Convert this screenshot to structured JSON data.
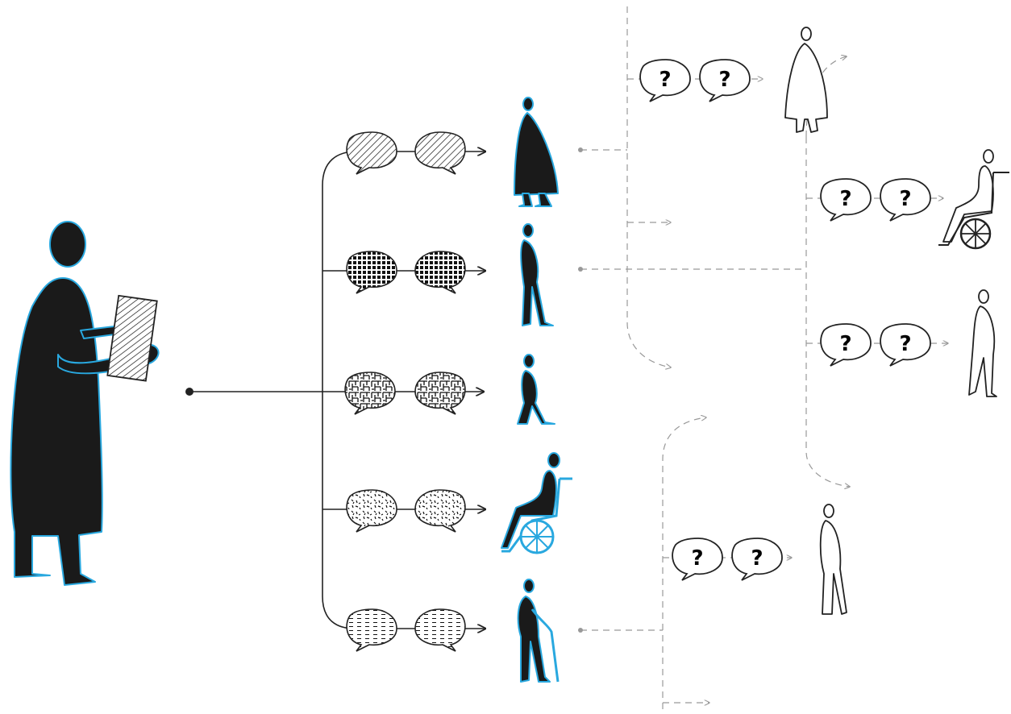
{
  "question_mark": "?",
  "colors": {
    "accent": "#29a8df",
    "figure": "#1a1a1a",
    "dashed_line": "#999999",
    "line": "#222222"
  },
  "speaker": {
    "icon": "presenter-with-document"
  },
  "audience": [
    {
      "icon": "person-long-coat",
      "bubble_pattern": "diagonal-hatch"
    },
    {
      "icon": "person-standing",
      "bubble_pattern": "grid"
    },
    {
      "icon": "person-short",
      "bubble_pattern": "maze"
    },
    {
      "icon": "person-wheelchair",
      "bubble_pattern": "speckle"
    },
    {
      "icon": "person-with-cane",
      "bubble_pattern": "horizontal-dashes"
    }
  ],
  "question_targets": [
    {
      "icon": "person-long-coat-outline",
      "bubbles": [
        "?",
        "?"
      ]
    },
    {
      "icon": "person-wheelchair-outline",
      "bubbles": [
        "?",
        "?"
      ]
    },
    {
      "icon": "person-walking-outline",
      "bubbles": [
        "?",
        "?"
      ]
    },
    {
      "icon": "person-standing-outline",
      "bubbles": [
        "?",
        "?"
      ]
    }
  ]
}
